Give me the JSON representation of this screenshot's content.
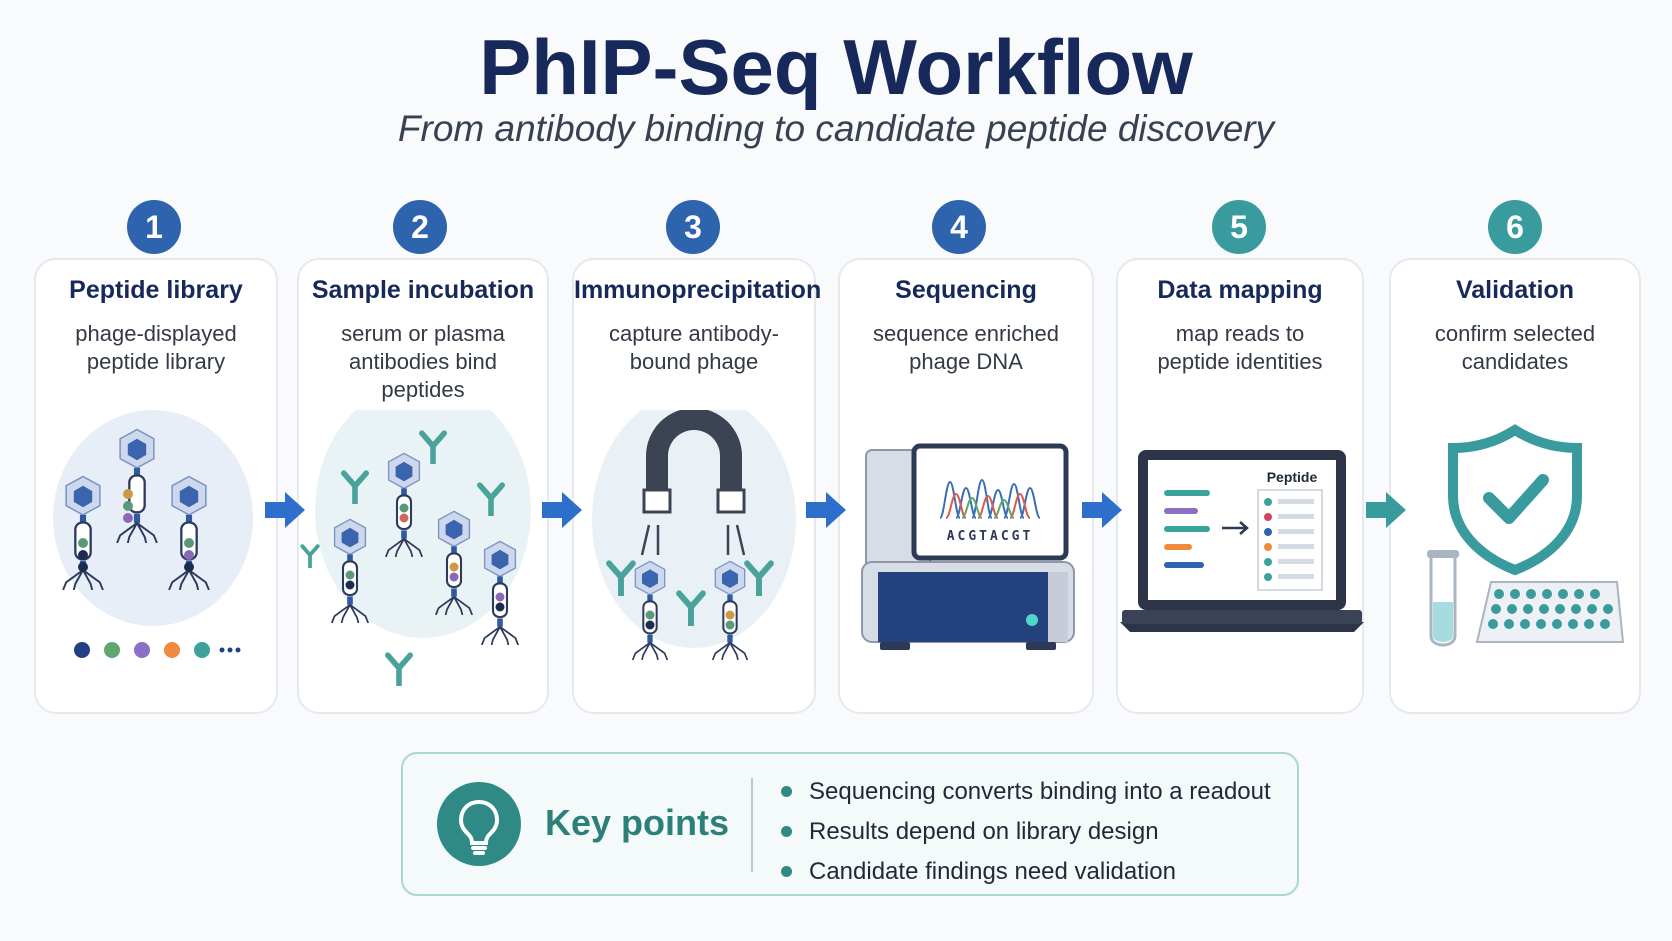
{
  "header": {
    "title": "PhIP-Seq Workflow",
    "subtitle": "From antibody binding to candidate peptide discovery"
  },
  "steps": [
    {
      "number": "1",
      "title": "Peptide library",
      "description": "phage-displayed\npeptide library",
      "icon": "phage-library-icon",
      "badge_color": "#2e63ad"
    },
    {
      "number": "2",
      "title": "Sample incubation",
      "description": "serum or plasma\nantibodies bind\npeptides",
      "icon": "antibody-incubation-icon",
      "badge_color": "#2e63ad"
    },
    {
      "number": "3",
      "title": "Immunoprecipitation",
      "description": "capture antibody-\nbound phage",
      "icon": "magnet-icon",
      "badge_color": "#2e63ad"
    },
    {
      "number": "4",
      "title": "Sequencing",
      "description": "sequence enriched\nphage DNA",
      "icon": "sequencer-icon",
      "badge_color": "#2e63ad",
      "screen_text": "ACGTACGT"
    },
    {
      "number": "5",
      "title": "Data mapping",
      "description": "map reads to\npeptide identities",
      "icon": "laptop-mapping-icon",
      "badge_color": "#3a9b9f",
      "screen_label": "Peptide"
    },
    {
      "number": "6",
      "title": "Validation",
      "description": "confirm selected\ncandidates",
      "icon": "shield-check-icon",
      "badge_color": "#3a9b9f"
    }
  ],
  "key_points": {
    "title": "Key points",
    "icon": "lightbulb-icon",
    "items": [
      "Sequencing converts binding into a readout",
      "Results depend on library design",
      "Candidate findings need validation"
    ]
  },
  "colors": {
    "navy": "#16295a",
    "blue": "#2e63ad",
    "teal": "#3a9b9f",
    "dark_teal": "#2f8a86"
  }
}
